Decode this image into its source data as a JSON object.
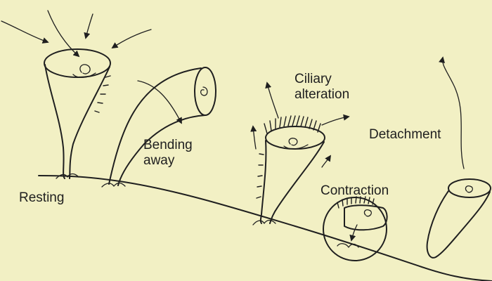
{
  "labels": {
    "resting": "Resting",
    "bending": [
      "Bending",
      "away"
    ],
    "ciliary": [
      "Ciliary",
      "alteration"
    ],
    "detachment": "Detachment",
    "contraction": "Contraction"
  },
  "colors": {
    "background": "#f2f0c4",
    "ink": "#1f1f1f"
  }
}
